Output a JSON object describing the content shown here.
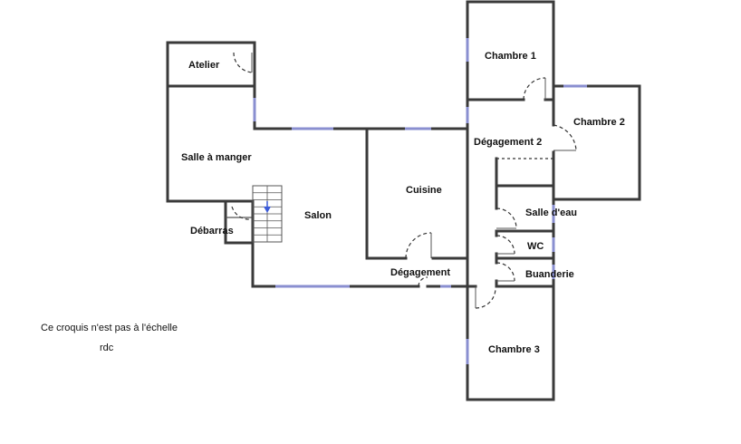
{
  "rooms": {
    "atelier": "Atelier",
    "salle_a_manger": "Salle à manger",
    "salon": "Salon",
    "debarras": "Débarras",
    "cuisine": "Cuisine",
    "degagement": "Dégagement",
    "chambre1": "Chambre 1",
    "chambre2": "Chambre 2",
    "degagement2": "Dégagement 2",
    "salle_deau": "Salle d'eau",
    "wc": "WC",
    "buanderie": "Buanderie",
    "chambre3": "Chambre 3"
  },
  "notes": {
    "scale_note": "Ce croquis n'est pas à l'échelle",
    "floor": "rdc"
  },
  "colors": {
    "wall": "#3a3a3a",
    "window": "#8a8fd0",
    "stair_arrow": "#3b5bd8"
  },
  "icons": {
    "stairs": "stairs-icon",
    "stair_arrow": "arrow-down-icon"
  }
}
